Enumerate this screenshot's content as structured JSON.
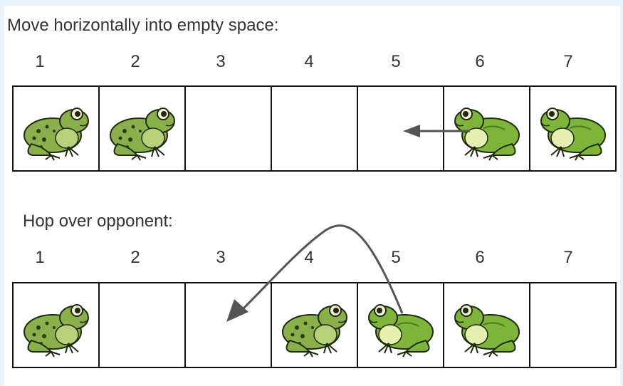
{
  "diagram": {
    "panel1": {
      "title": "Move horizontally into empty space:",
      "positions": [
        "1",
        "2",
        "3",
        "4",
        "5",
        "6",
        "7"
      ],
      "cells": [
        "dark-frog",
        "dark-frog",
        "empty",
        "empty",
        "empty",
        "light-frog",
        "light-frog"
      ],
      "move": {
        "from": 6,
        "to": 5,
        "kind": "slide"
      }
    },
    "panel2": {
      "title": "Hop over opponent:",
      "positions": [
        "1",
        "2",
        "3",
        "4",
        "5",
        "6",
        "7"
      ],
      "cells": [
        "dark-frog",
        "empty",
        "empty",
        "dark-frog",
        "light-frog",
        "light-frog",
        "empty"
      ],
      "move": {
        "from": 5,
        "to": 3,
        "kind": "hop"
      }
    }
  },
  "colors": {
    "frame": "#e9f1fa",
    "grid": "#111111",
    "arrow": "#555555",
    "dark_frog": "#8ab04b",
    "light_frog": "#7fb43a"
  }
}
